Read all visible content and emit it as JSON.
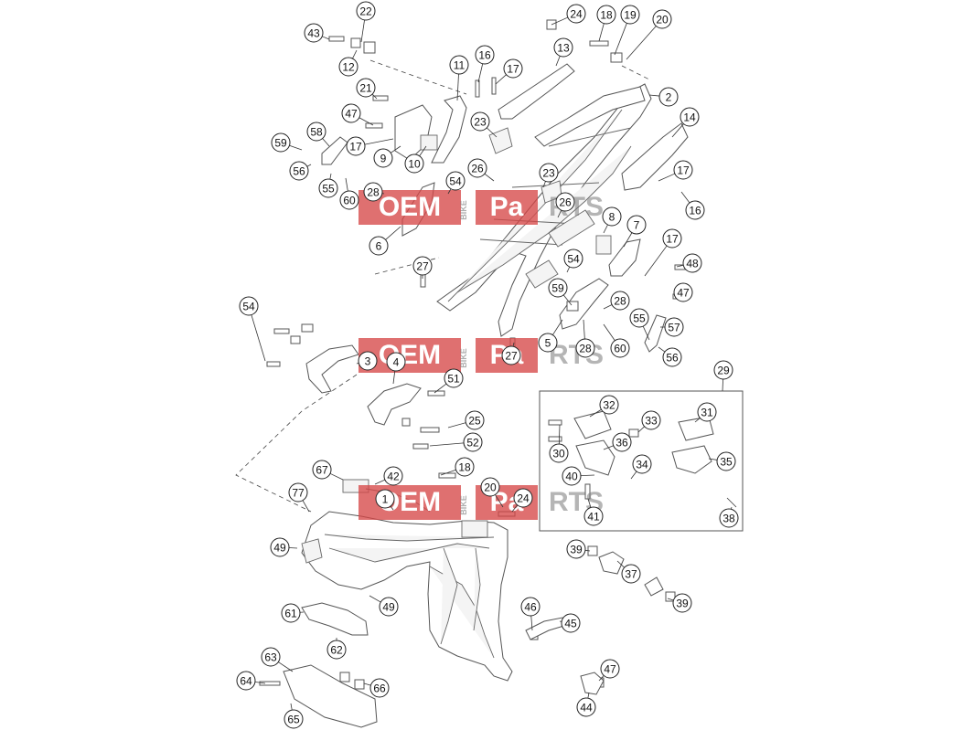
{
  "callouts": [
    {
      "label": "43"
    },
    {
      "label": "22"
    },
    {
      "label": "12"
    },
    {
      "label": "24"
    },
    {
      "label": "18"
    },
    {
      "label": "19"
    },
    {
      "label": "20"
    },
    {
      "label": "16"
    },
    {
      "label": "13"
    },
    {
      "label": "11"
    },
    {
      "label": "17"
    },
    {
      "label": "21"
    },
    {
      "label": "2"
    },
    {
      "label": "47"
    },
    {
      "label": "23"
    },
    {
      "label": "14"
    },
    {
      "label": "58"
    },
    {
      "label": "17"
    },
    {
      "label": "59"
    },
    {
      "label": "9"
    },
    {
      "label": "10"
    },
    {
      "label": "56"
    },
    {
      "label": "26"
    },
    {
      "label": "23"
    },
    {
      "label": "17"
    },
    {
      "label": "55"
    },
    {
      "label": "54"
    },
    {
      "label": "28"
    },
    {
      "label": "60"
    },
    {
      "label": "26"
    },
    {
      "label": "16"
    },
    {
      "label": "8"
    },
    {
      "label": "7"
    },
    {
      "label": "17"
    },
    {
      "label": "6"
    },
    {
      "label": "54"
    },
    {
      "label": "48"
    },
    {
      "label": "27"
    },
    {
      "label": "47"
    },
    {
      "label": "59"
    },
    {
      "label": "28"
    },
    {
      "label": "54"
    },
    {
      "label": "55"
    },
    {
      "label": "57"
    },
    {
      "label": "5"
    },
    {
      "label": "27"
    },
    {
      "label": "28"
    },
    {
      "label": "60"
    },
    {
      "label": "56"
    },
    {
      "label": "3"
    },
    {
      "label": "4"
    },
    {
      "label": "29"
    },
    {
      "label": "51"
    },
    {
      "label": "32"
    },
    {
      "label": "25"
    },
    {
      "label": "33"
    },
    {
      "label": "31"
    },
    {
      "label": "36"
    },
    {
      "label": "52"
    },
    {
      "label": "30"
    },
    {
      "label": "34"
    },
    {
      "label": "35"
    },
    {
      "label": "18"
    },
    {
      "label": "67"
    },
    {
      "label": "42"
    },
    {
      "label": "40"
    },
    {
      "label": "20"
    },
    {
      "label": "77"
    },
    {
      "label": "1"
    },
    {
      "label": "24"
    },
    {
      "label": "41"
    },
    {
      "label": "38"
    },
    {
      "label": "49"
    },
    {
      "label": "39"
    },
    {
      "label": "37"
    },
    {
      "label": "49"
    },
    {
      "label": "39"
    },
    {
      "label": "61"
    },
    {
      "label": "46"
    },
    {
      "label": "45"
    },
    {
      "label": "62"
    },
    {
      "label": "63"
    },
    {
      "label": "47"
    },
    {
      "label": "64"
    },
    {
      "label": "66"
    },
    {
      "label": "65"
    },
    {
      "label": "44"
    }
  ],
  "watermark": {
    "oem": "OEM",
    "side": "BIKE",
    "pa": "Pa",
    "rts": "RTS"
  }
}
